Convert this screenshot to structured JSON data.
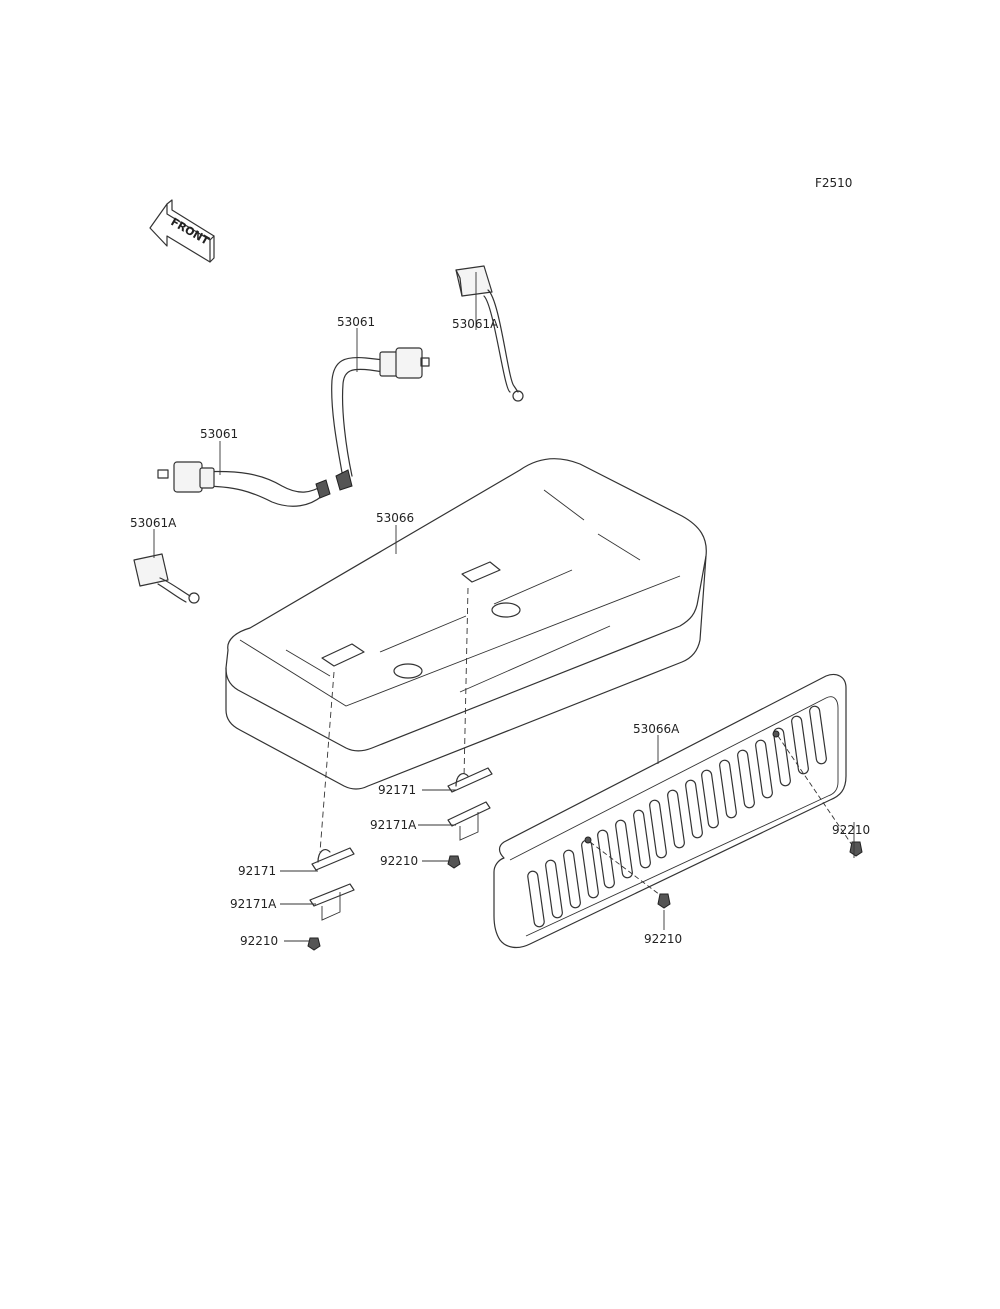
{
  "figure_code": "F2510",
  "front_arrow": {
    "text": "FRONT",
    "icon": "front-arrow-icon"
  },
  "parts": {
    "belt_rh": "53061",
    "belt_lh": "53061",
    "buckle_rh": "53061A",
    "buckle_lh": "53061A",
    "seat": "53066",
    "backrest": "53066A",
    "bracket_right": "92171",
    "plate_right": "92171A",
    "nut_right": "92210",
    "bracket_left": "92171",
    "plate_left": "92171A",
    "nut_left": "92210",
    "nut_back_right": "92210",
    "nut_back_left": "92210"
  }
}
